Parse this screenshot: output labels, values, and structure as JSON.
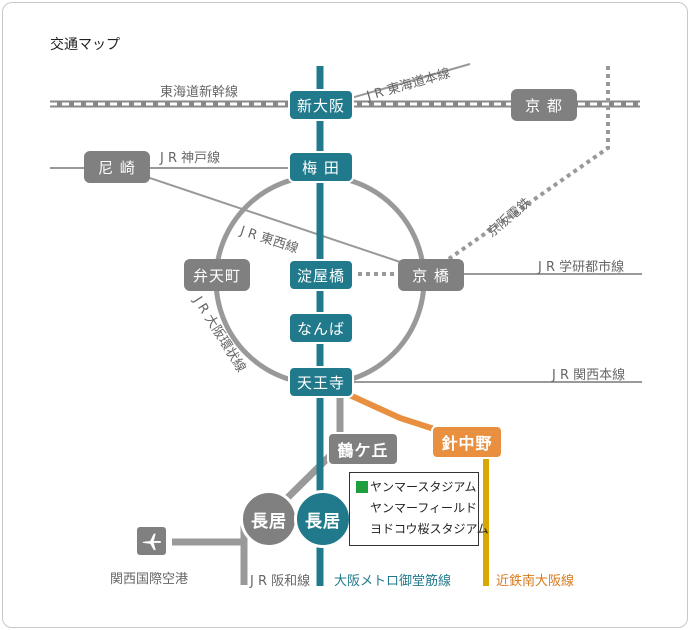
{
  "title": "交通マップ",
  "colors": {
    "gray": "#808080",
    "teal": "#217a8c",
    "orange": "#e89040",
    "kintetsu": "#d8a800",
    "yanmar": "#1e9e3e"
  },
  "stations": {
    "shin_osaka": "新大阪",
    "kyoto": "京 都",
    "amagasaki": "尼 崎",
    "umeda": "梅 田",
    "bentencho": "弁天町",
    "yodoyabashi": "淀屋橋",
    "kyobashi": "京 橋",
    "namba": "なんば",
    "tennoji": "天王寺",
    "harinakano": "針中野",
    "tsurugaoka": "鶴ケ丘",
    "nagai_jr": "長居",
    "nagai_metro": "長居"
  },
  "lines": {
    "tokaido_shinkansen": "東海道新幹線",
    "jr_tokaido": "J R 東海道本線",
    "jr_kobe": "J R 神戸線",
    "jr_tozai": "J R 東西線",
    "keihan": "京阪電鉄",
    "jr_gakkentoshi": "J R 学研都市線",
    "jr_loop": "J R 大阪環状線",
    "jr_kansai": "J R 関西本線",
    "jr_hanwa": "J R 阪和線",
    "metro_midosuji": "大阪メトロ御堂筋線",
    "kintetsu": "近鉄南大阪線"
  },
  "airport": "関西国際空港",
  "legend": {
    "items": [
      "ヤンマースタジアム",
      "ヤンマーフィールド",
      "ヨドコウ桜スタジアム"
    ]
  }
}
